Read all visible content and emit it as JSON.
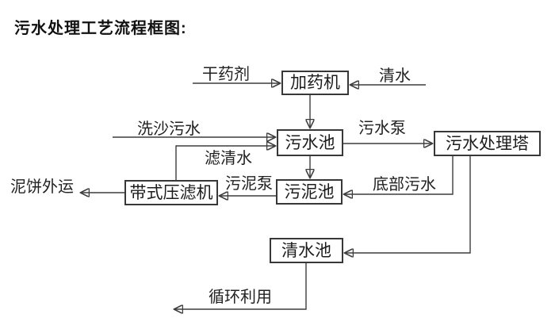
{
  "page": {
    "title": "污水处理工艺流程框图:"
  },
  "diagram": {
    "type": "flowchart",
    "colors": {
      "background": "#ffffff",
      "line": "#3d3d3d",
      "box_border": "#383838",
      "text": "#1c1c1c"
    },
    "nodes": {
      "dosing_machine": {
        "label": "加药机"
      },
      "sewage_pool": {
        "label": "污水池"
      },
      "treatment_tower": {
        "label": "污水处理塔"
      },
      "belt_filter_press": {
        "label": "带式压滤机"
      },
      "sludge_pool": {
        "label": "污泥池"
      },
      "clean_water_pool": {
        "label": "清水池"
      }
    },
    "edge_labels": {
      "dry_agent": "干药剂",
      "clean_water": "清水",
      "sand_washing_sewage": "洗沙污水",
      "sewage_pump": "污水泵",
      "filtered_water": "滤清水",
      "sludge_pump": "污泥泵",
      "bottom_sewage": "底部污水",
      "mud_cake_out": "泥饼外运",
      "recycle": "循环利用"
    },
    "edges": [
      {
        "from": "干药剂(外部)",
        "to": "加药机",
        "label": "干药剂"
      },
      {
        "from": "清水(外部)",
        "to": "加药机",
        "label": "清水"
      },
      {
        "from": "加药机",
        "to": "污水池",
        "label": ""
      },
      {
        "from": "洗沙污水(外部)",
        "to": "污水池",
        "label": "洗沙污水"
      },
      {
        "from": "带式压滤机",
        "to": "污水池",
        "label": "滤清水"
      },
      {
        "from": "污水池",
        "to": "污水处理塔",
        "label": "污水泵"
      },
      {
        "from": "污水池",
        "to": "污泥池",
        "label": ""
      },
      {
        "from": "污水处理塔",
        "to": "污泥池",
        "label": "底部污水"
      },
      {
        "from": "污泥池",
        "to": "带式压滤机",
        "label": "污泥泵"
      },
      {
        "from": "带式压滤机",
        "to": "泥饼外运(外部)",
        "label": "泥饼外运"
      },
      {
        "from": "污水处理塔",
        "to": "清水池",
        "label": ""
      },
      {
        "from": "清水池",
        "to": "循环利用(外部)",
        "label": "循环利用"
      }
    ]
  }
}
